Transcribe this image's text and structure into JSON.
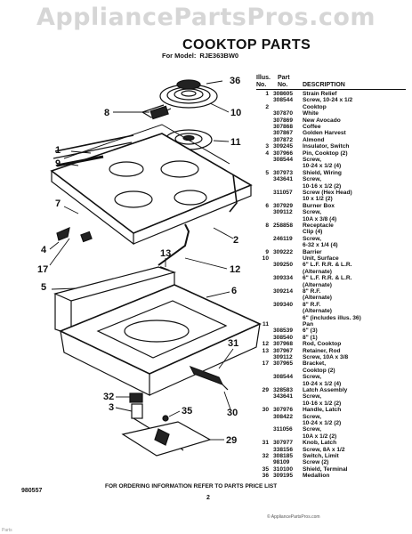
{
  "watermark": "AppliancePartsPros.com",
  "title": "COOKTOP PARTS",
  "model_prefix": "For Model:",
  "model": "RJE363BW0",
  "table": {
    "headers": {
      "ill_line1": "Illus.",
      "ill_line2": "No.",
      "part_line1": "Part",
      "part_line2": "No.",
      "description": "DESCRIPTION"
    },
    "rows": [
      {
        "ill": "1",
        "part": "308605",
        "desc": "Strain Relief"
      },
      {
        "ill": "",
        "part": "308544",
        "desc": "Screw, 10-24 x 1/2"
      },
      {
        "ill": "2",
        "part": "",
        "desc": "Cooktop"
      },
      {
        "ill": "",
        "part": "307870",
        "desc": "White"
      },
      {
        "ill": "",
        "part": "307869",
        "desc": "New Avocado"
      },
      {
        "ill": "",
        "part": "307868",
        "desc": "Coffee"
      },
      {
        "ill": "",
        "part": "307867",
        "desc": "Golden Harvest"
      },
      {
        "ill": "",
        "part": "307872",
        "desc": "Almond"
      },
      {
        "ill": "3",
        "part": "309245",
        "desc": "Insulator, Switch"
      },
      {
        "ill": "4",
        "part": "307966",
        "desc": "Pin, Cooktop (2)"
      },
      {
        "ill": "",
        "part": "308544",
        "desc": "Screw,"
      },
      {
        "ill": "",
        "part": "",
        "desc": "10-24 x 1/2 (4)"
      },
      {
        "ill": "5",
        "part": "307973",
        "desc": "Shield, Wiring"
      },
      {
        "ill": "",
        "part": "343641",
        "desc": "Screw,"
      },
      {
        "ill": "",
        "part": "",
        "desc": "10-16 x 1/2 (2)"
      },
      {
        "ill": "",
        "part": "311057",
        "desc": "Screw (Hex Head)"
      },
      {
        "ill": "",
        "part": "",
        "desc": "10 x 1/2 (2)"
      },
      {
        "ill": "6",
        "part": "307929",
        "desc": "Burner Box"
      },
      {
        "ill": "",
        "part": "309112",
        "desc": "Screw,"
      },
      {
        "ill": "",
        "part": "",
        "desc": "10A x 3/8 (4)"
      },
      {
        "ill": "8",
        "part": "258858",
        "desc": "Receptacle"
      },
      {
        "ill": "",
        "part": "",
        "desc": "Clip (4)"
      },
      {
        "ill": "",
        "part": "246119",
        "desc": "Screw,"
      },
      {
        "ill": "",
        "part": "",
        "desc": "6-32 x 1/4 (4)"
      },
      {
        "ill": "9",
        "part": "309222",
        "desc": "Barrier"
      },
      {
        "ill": "10",
        "part": "",
        "desc": "Unit, Surface"
      },
      {
        "ill": "",
        "part": "309250",
        "desc": "6\" L.F. R.R. & L.R."
      },
      {
        "ill": "",
        "part": "",
        "desc": "(Alternate)"
      },
      {
        "ill": "",
        "part": "309334",
        "desc": "6\" L.F. R.R. & L.R."
      },
      {
        "ill": "",
        "part": "",
        "desc": "(Alternate)"
      },
      {
        "ill": "",
        "part": "309214",
        "desc": "8\" R.F."
      },
      {
        "ill": "",
        "part": "",
        "desc": "(Alternate)"
      },
      {
        "ill": "",
        "part": "309340",
        "desc": "8\" R.F."
      },
      {
        "ill": "",
        "part": "",
        "desc": "(Alternate)"
      },
      {
        "ill": "",
        "part": "",
        "desc": "6\" (includes illus. 36)"
      },
      {
        "ill": "11",
        "part": "",
        "desc": "Pan"
      },
      {
        "ill": "",
        "part": "308539",
        "desc": "6\" (3)"
      },
      {
        "ill": "",
        "part": "308540",
        "desc": "8\" (1)"
      },
      {
        "ill": "12",
        "part": "307968",
        "desc": "Rod, Cooktop"
      },
      {
        "ill": "13",
        "part": "307967",
        "desc": "Retainer, Rod"
      },
      {
        "ill": "",
        "part": "309112",
        "desc": "Screw, 10A x 3/8"
      },
      {
        "ill": "17",
        "part": "307965",
        "desc": "Bracket,"
      },
      {
        "ill": "",
        "part": "",
        "desc": "Cooktop (2)"
      },
      {
        "ill": "",
        "part": "308544",
        "desc": "Screw,"
      },
      {
        "ill": "",
        "part": "",
        "desc": "10-24 x 1/2 (4)"
      },
      {
        "ill": "29",
        "part": "328583",
        "desc": "Latch Assembly"
      },
      {
        "ill": "",
        "part": "343641",
        "desc": "Screw,"
      },
      {
        "ill": "",
        "part": "",
        "desc": "10-16 x 1/2 (2)"
      },
      {
        "ill": "30",
        "part": "307976",
        "desc": "Handle, Latch"
      },
      {
        "ill": "",
        "part": "308422",
        "desc": "Screw,"
      },
      {
        "ill": "",
        "part": "",
        "desc": "10-24 x 1/2 (2)"
      },
      {
        "ill": "",
        "part": "311056",
        "desc": "Screw,"
      },
      {
        "ill": "",
        "part": "",
        "desc": "10A x 1/2 (2)"
      },
      {
        "ill": "31",
        "part": "307977",
        "desc": "Knob, Latch"
      },
      {
        "ill": "",
        "part": "338156",
        "desc": "Screw, 8A x 1/2"
      },
      {
        "ill": "32",
        "part": "308185",
        "desc": "Switch, Limit"
      },
      {
        "ill": "",
        "part": "98109",
        "desc": "Screw (2)"
      },
      {
        "ill": "35",
        "part": "310100",
        "desc": "Shield, Terminal"
      },
      {
        "ill": "36",
        "part": "309195",
        "desc": "Medallion"
      }
    ]
  },
  "callouts": [
    "36",
    "8",
    "10",
    "11",
    "1",
    "9",
    "7",
    "2",
    "4",
    "17",
    "13",
    "12",
    "5",
    "6",
    "31",
    "32",
    "3",
    "35",
    "29",
    "30"
  ],
  "footer": {
    "code": "980557",
    "note": "FOR ORDERING INFORMATION REFER TO PARTS PRICE LIST",
    "page": "2"
  },
  "copyright": "© AppliancePartsPros.com",
  "corner_text": "Parts"
}
